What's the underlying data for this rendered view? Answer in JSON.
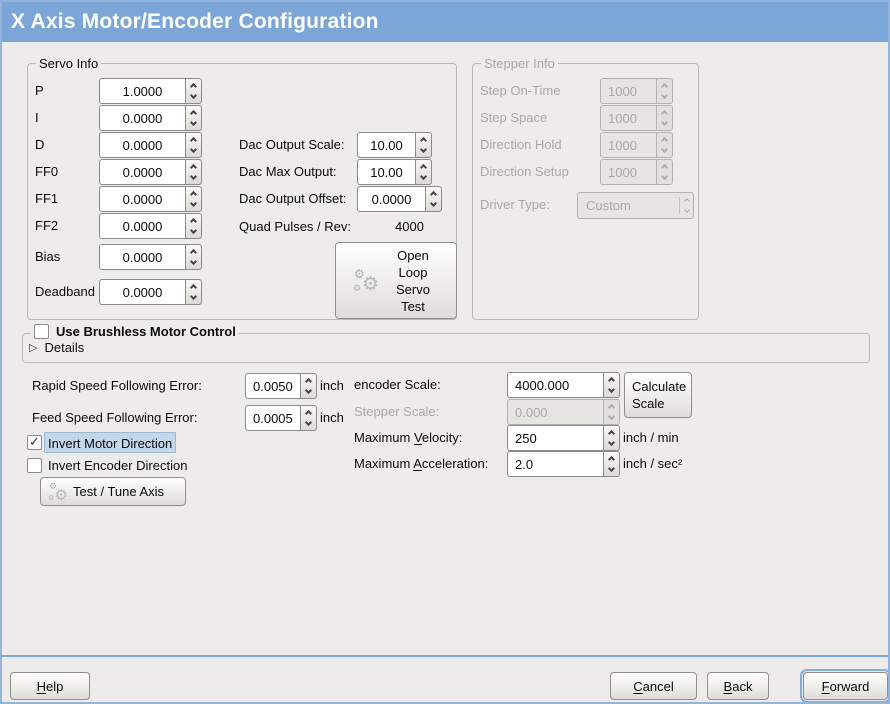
{
  "window": {
    "title": "X Axis Motor/Encoder Configuration"
  },
  "colors": {
    "titlebar": "#7da6d8",
    "window_border": "#93b4dd",
    "background": "#edecea",
    "separator": "#7da6d8",
    "disabled_text": "#a9a7a3",
    "focus_ring": "#86add9",
    "highlight_bg": "#c3d6ea"
  },
  "servo_info": {
    "title": "Servo Info",
    "rows": [
      {
        "label": "P",
        "value": "1.0000"
      },
      {
        "label": "I",
        "value": "0.0000"
      },
      {
        "label": "D",
        "value": "0.0000"
      },
      {
        "label": "FF0",
        "value": "0.0000"
      },
      {
        "label": "FF1",
        "value": "0.0000"
      },
      {
        "label": "FF2",
        "value": "0.0000"
      },
      {
        "label": "Bias",
        "value": "0.0000"
      },
      {
        "label": "Deadband",
        "value": "0.0000"
      }
    ]
  },
  "dac": {
    "rows": [
      {
        "label": "Dac Output Scale:",
        "value": "10.00"
      },
      {
        "label": "Dac Max Output:",
        "value": "10.00"
      },
      {
        "label": "Dac Output Offset:",
        "value": "0.0000"
      }
    ],
    "quad_label": "Quad Pulses / Rev:",
    "quad_value": "4000"
  },
  "open_loop_button": {
    "label": "Open Loop Servo Test",
    "icon": "gears-icon"
  },
  "stepper_info": {
    "title": "Stepper Info",
    "rows": [
      {
        "label": "Step On-Time",
        "value": "1000"
      },
      {
        "label": "Step Space",
        "value": "1000"
      },
      {
        "label": "Direction Hold",
        "value": "1000"
      },
      {
        "label": "Direction Setup",
        "value": "1000"
      }
    ],
    "driver_type_label": "Driver Type:",
    "driver_type_value": "Custom"
  },
  "brushless": {
    "checkbox_label": "Use Brushless Motor Control",
    "checkbox_checked": false,
    "details_label": "Details",
    "expander_state": "collapsed"
  },
  "following_error": {
    "rapid_label": "Rapid Speed Following Error:",
    "rapid_value": "0.0050",
    "rapid_unit": "inch",
    "feed_label": "Feed Speed Following Error:",
    "feed_value": "0.0005",
    "feed_unit": "inch"
  },
  "scales": {
    "encoder_label": "encoder Scale:",
    "encoder_value": "4000.000",
    "stepper_label": "Stepper Scale:",
    "stepper_value": "0.000",
    "calculate_button": "Calculate Scale",
    "velocity": {
      "pre": "Maximum ",
      "mn": "V",
      "post": "elocity:",
      "value": "250",
      "unit": "inch / min"
    },
    "acceleration": {
      "pre": "Maximum ",
      "mn": "A",
      "post": "cceleration:",
      "value": "2.0",
      "unit": "inch / sec²"
    }
  },
  "inverts": {
    "motor_label": "Invert Motor Direction",
    "motor_checked": true,
    "encoder_label": "Invert Encoder Direction",
    "encoder_checked": false
  },
  "test_tune_button": {
    "label": "Test / Tune Axis",
    "icon": "gears-icon"
  },
  "actions": {
    "help": {
      "mn": "H",
      "post": "elp"
    },
    "cancel": {
      "mn": "C",
      "post": "ancel"
    },
    "back": {
      "mn": "B",
      "post": "ack"
    },
    "forward": {
      "mn": "F",
      "post": "orward"
    }
  }
}
